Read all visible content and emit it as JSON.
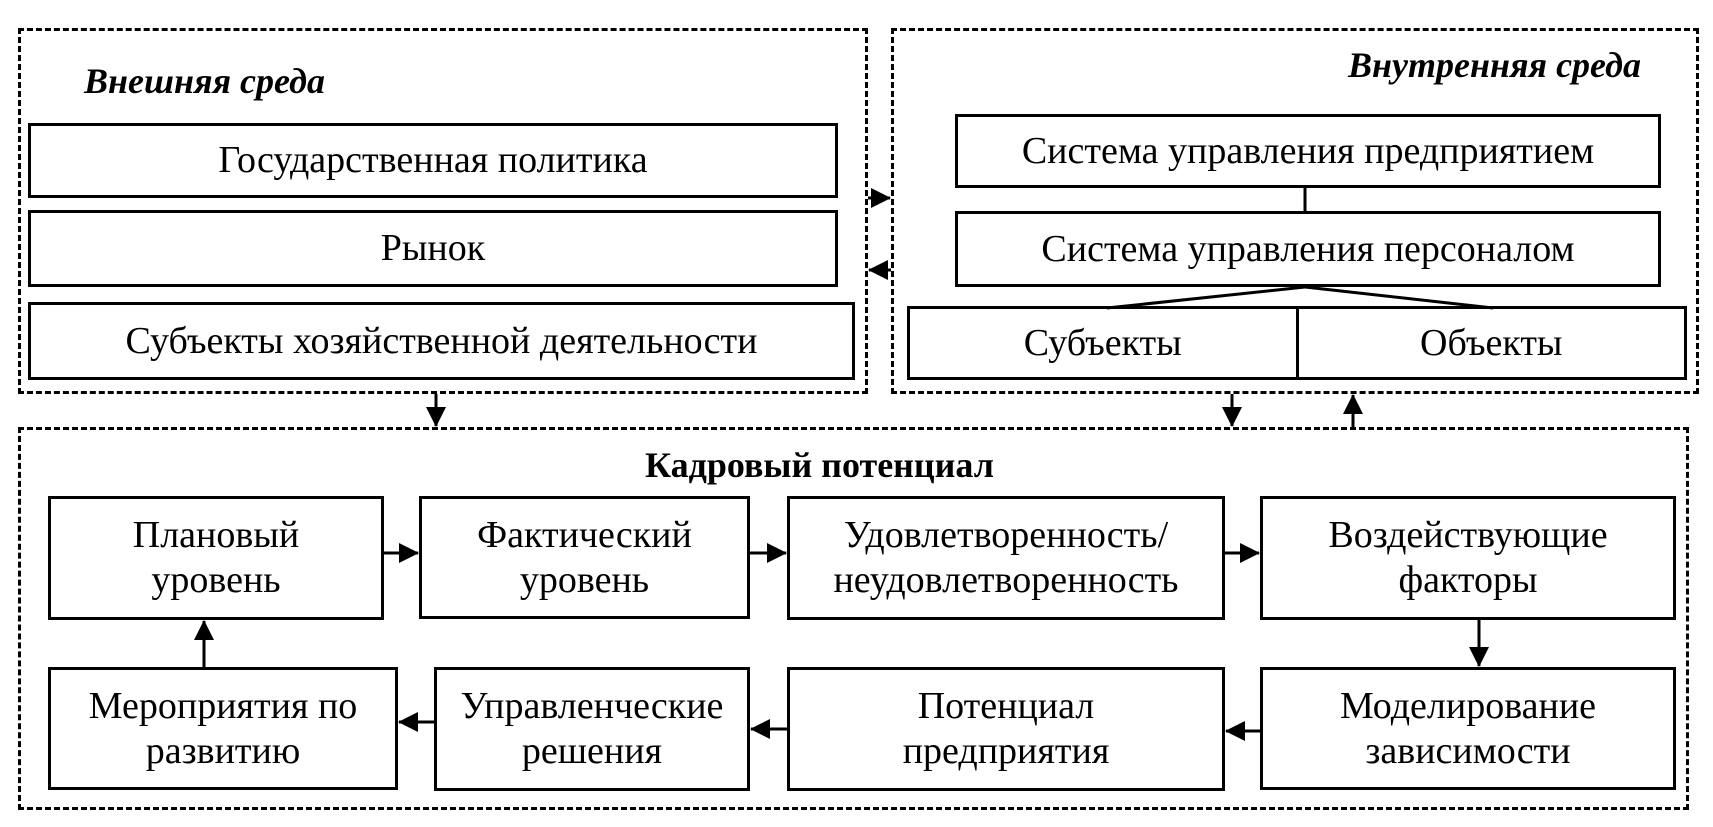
{
  "external": {
    "title": "Внешняя среда",
    "items": [
      "Государственная политика",
      "Рынок",
      "Субъекты хозяйственной деятельности"
    ]
  },
  "internal": {
    "title": "Внутренняя среда",
    "enterprise_system": "Система управления предприятием",
    "personnel_system": "Система управления персоналом",
    "subjects": "Субъекты",
    "objects": "Объекты"
  },
  "potential": {
    "title": "Кадровый потенциал",
    "row1": [
      {
        "line1": "Плановый",
        "line2": "уровень"
      },
      {
        "line1": "Фактический",
        "line2": "уровень"
      },
      {
        "line1": "Удовлетворенность/",
        "line2": "неудовлетворенность"
      },
      {
        "line1": "Воздействующие",
        "line2": "факторы"
      }
    ],
    "row2": [
      {
        "line1": "Мероприятия по",
        "line2": "развитию"
      },
      {
        "line1": "Управленческие",
        "line2": "решения"
      },
      {
        "line1": "Потенциал",
        "line2": "предприятия"
      },
      {
        "line1": "Моделирование",
        "line2": "зависимости"
      }
    ]
  }
}
